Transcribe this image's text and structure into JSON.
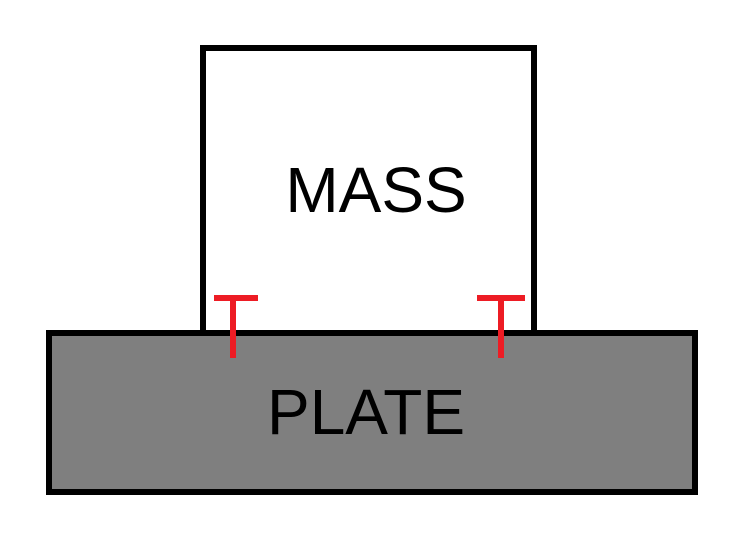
{
  "mass": {
    "label": "MASS",
    "fill": "#ffffff",
    "stroke": "#000000"
  },
  "plate": {
    "label": "PLATE",
    "fill": "#7f7f7f",
    "stroke": "#000000"
  },
  "connectors": {
    "color": "#ed1c24",
    "items": [
      "left-connector",
      "right-connector"
    ]
  }
}
